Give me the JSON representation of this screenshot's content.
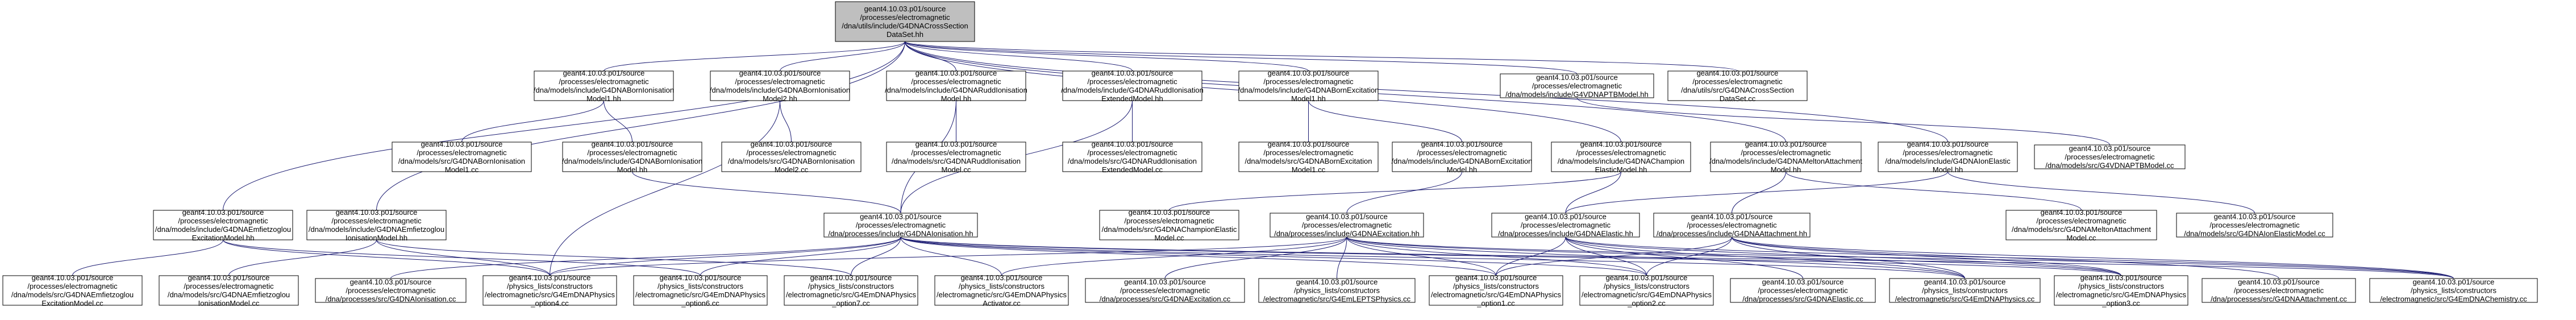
{
  "nodes": [
    {
      "id": "root",
      "root": true,
      "lines": [
        "geant4.10.03.p01/source",
        "/processes/electromagnetic",
        "/dna/utils/include/G4DNACrossSection",
        "DataSet.hh"
      ]
    },
    {
      "id": "m_ion_h",
      "lines": [
        "geant4.10.03.p01/source",
        "/processes/electromagnetic",
        "/dna/models/include/G4DNABornIonisation",
        "Model1.hh"
      ]
    },
    {
      "id": "m_ion2_h",
      "lines": [
        "geant4.10.03.p01/source",
        "/processes/electromagnetic",
        "/dna/models/include/G4DNABornIonisation",
        "Model2.hh"
      ]
    },
    {
      "id": "m_rudd_h",
      "lines": [
        "geant4.10.03.p01/source",
        "/processes/electromagnetic",
        "/dna/models/include/G4DNARuddIonisation",
        "Model.hh"
      ]
    },
    {
      "id": "m_ruddext_h",
      "lines": [
        "geant4.10.03.p01/source",
        "/processes/electromagnetic",
        "/dna/models/include/G4DNARuddIonisation",
        "ExtendedModel.hh"
      ]
    },
    {
      "id": "m_exc_h",
      "lines": [
        "geant4.10.03.p01/source",
        "/processes/electromagnetic",
        "/dna/models/include/G4DNABornExcitation",
        "Model1.hh"
      ]
    },
    {
      "id": "m_vdna_h",
      "lines": [
        "geant4.10.03.p01/source",
        "/processes/electromagnetic",
        "/dna/models/include/G4VDNAPTBModel.hh"
      ]
    },
    {
      "id": "u_cs_cc",
      "lines": [
        "geant4.10.03.p01/source",
        "/processes/electromagnetic",
        "/dna/utils/src/G4DNACrossSection",
        "DataSet.cc"
      ]
    },
    {
      "id": "s_ion1_cc",
      "lines": [
        "geant4.10.03.p01/source",
        "/processes/electromagnetic",
        "/dna/models/src/G4DNABornIonisation",
        "Model1.cc"
      ]
    },
    {
      "id": "m_ion_h2",
      "lines": [
        "geant4.10.03.p01/source",
        "/processes/electromagnetic",
        "/dna/models/include/G4DNABornIonisation",
        "Model.hh"
      ]
    },
    {
      "id": "s_ion2_cc",
      "lines": [
        "geant4.10.03.p01/source",
        "/processes/electromagnetic",
        "/dna/models/src/G4DNABornIonisation",
        "Model2.cc"
      ]
    },
    {
      "id": "s_rudd_cc",
      "lines": [
        "geant4.10.03.p01/source",
        "/processes/electromagnetic",
        "/dna/models/src/G4DNARuddIonisation",
        "Model.cc"
      ]
    },
    {
      "id": "s_ruddext_cc",
      "lines": [
        "geant4.10.03.p01/source",
        "/processes/electromagnetic",
        "/dna/models/src/G4DNARuddIonisation",
        "ExtendedModel.cc"
      ]
    },
    {
      "id": "s_exc_cc",
      "lines": [
        "geant4.10.03.p01/source",
        "/processes/electromagnetic",
        "/dna/models/src/G4DNABornExcitation",
        "Model1.cc"
      ]
    },
    {
      "id": "m_exc_h2",
      "lines": [
        "geant4.10.03.p01/source",
        "/processes/electromagnetic",
        "/dna/models/include/G4DNABornExcitation",
        "Model.hh"
      ]
    },
    {
      "id": "m_champ_h",
      "lines": [
        "geant4.10.03.p01/source",
        "/processes/electromagnetic",
        "/dna/models/include/G4DNAChampion",
        "ElasticModel.hh"
      ]
    },
    {
      "id": "m_melton_h",
      "lines": [
        "geant4.10.03.p01/source",
        "/processes/electromagnetic",
        "/dna/models/include/G4DNAMeltonAttachment",
        "Model.hh"
      ]
    },
    {
      "id": "m_ioel_h",
      "lines": [
        "geant4.10.03.p01/source",
        "/processes/electromagnetic",
        "/dna/models/include/G4DNAIonElastic",
        "Model.hh"
      ]
    },
    {
      "id": "s_vdna_cc",
      "lines": [
        "geant4.10.03.p01/source",
        "/processes/electromagnetic",
        "/dna/models/src/G4VDNAPTBModel.cc"
      ]
    },
    {
      "id": "m_emf_exc_h",
      "lines": [
        "geant4.10.03.p01/source",
        "/processes/electromagnetic",
        "/dna/models/include/G4DNAEmfietzoglou",
        "ExcitationModel.hh"
      ]
    },
    {
      "id": "m_emf_ion_h",
      "lines": [
        "geant4.10.03.p01/source",
        "/processes/electromagnetic",
        "/dna/models/include/G4DNAEmfietzoglou",
        "IonisationModel.hh"
      ]
    },
    {
      "id": "p_ion_h",
      "lines": [
        "geant4.10.03.p01/source",
        "/processes/electromagnetic",
        "/dna/processes/include/G4DNAIonisation.hh"
      ]
    },
    {
      "id": "s_champ_cc",
      "lines": [
        "geant4.10.03.p01/source",
        "/processes/electromagnetic",
        "/dna/models/src/G4DNAChampionElastic",
        "Model.cc"
      ]
    },
    {
      "id": "p_exc_h",
      "lines": [
        "geant4.10.03.p01/source",
        "/processes/electromagnetic",
        "/dna/processes/include/G4DNAExcitation.hh"
      ]
    },
    {
      "id": "p_el_h",
      "lines": [
        "geant4.10.03.p01/source",
        "/processes/electromagnetic",
        "/dna/processes/include/G4DNAElastic.hh"
      ]
    },
    {
      "id": "p_att_h",
      "lines": [
        "geant4.10.03.p01/source",
        "/processes/electromagnetic",
        "/dna/processes/include/G4DNAAttachment.hh"
      ]
    },
    {
      "id": "s_melton_cc",
      "lines": [
        "geant4.10.03.p01/source",
        "/processes/electromagnetic",
        "/dna/models/src/G4DNAMeltonAttachment",
        "Model.cc"
      ]
    },
    {
      "id": "s_ioel_cc",
      "lines": [
        "geant4.10.03.p01/source",
        "/processes/electromagnetic",
        "/dna/models/src/G4DNAIonElasticModel.cc"
      ]
    },
    {
      "id": "s_emf_exc_cc",
      "lines": [
        "geant4.10.03.p01/source",
        "/processes/electromagnetic",
        "/dna/models/src/G4DNAEmfietzoglou",
        "ExcitationModel.cc"
      ]
    },
    {
      "id": "s_emf_ion_cc",
      "lines": [
        "geant4.10.03.p01/source",
        "/processes/electromagnetic",
        "/dna/models/src/G4DNAEmfietzoglou",
        "IonisationModel.cc"
      ]
    },
    {
      "id": "ps_ion_cc",
      "lines": [
        "geant4.10.03.p01/source",
        "/processes/electromagnetic",
        "/dna/processes/src/G4DNAIonisation.cc"
      ]
    },
    {
      "id": "pl_opt4",
      "lines": [
        "geant4.10.03.p01/source",
        "/physics_lists/constructors",
        "/electromagnetic/src/G4EmDNAPhysics",
        "_option4.cc"
      ]
    },
    {
      "id": "pl_opt6",
      "lines": [
        "geant4.10.03.p01/source",
        "/physics_lists/constructors",
        "/electromagnetic/src/G4EmDNAPhysics",
        "_option6.cc"
      ]
    },
    {
      "id": "pl_opt7",
      "lines": [
        "geant4.10.03.p01/source",
        "/physics_lists/constructors",
        "/electromagnetic/src/G4EmDNAPhysics",
        "_option7.cc"
      ]
    },
    {
      "id": "pl_act",
      "lines": [
        "geant4.10.03.p01/source",
        "/physics_lists/constructors",
        "/electromagnetic/src/G4EmDNAPhysics",
        "Activator.cc"
      ]
    },
    {
      "id": "ps_exc_cc",
      "lines": [
        "geant4.10.03.p01/source",
        "/processes/electromagnetic",
        "/dna/processes/src/G4DNAExcitation.cc"
      ]
    },
    {
      "id": "pl_lep",
      "lines": [
        "geant4.10.03.p01/source",
        "/physics_lists/constructors",
        "/electromagnetic/src/G4EmLEPTSPhysics.cc"
      ]
    },
    {
      "id": "pl_opt1",
      "lines": [
        "geant4.10.03.p01/source",
        "/physics_lists/constructors",
        "/electromagnetic/src/G4EmDNAPhysics",
        "_option1.cc"
      ]
    },
    {
      "id": "pl_opt2",
      "lines": [
        "geant4.10.03.p01/source",
        "/physics_lists/constructors",
        "/electromagnetic/src/G4EmDNAPhysics",
        "_option2.cc"
      ]
    },
    {
      "id": "ps_el_cc",
      "lines": [
        "geant4.10.03.p01/source",
        "/processes/electromagnetic",
        "/dna/processes/src/G4DNAElastic.cc"
      ]
    },
    {
      "id": "pl_phys",
      "lines": [
        "geant4.10.03.p01/source",
        "/physics_lists/constructors",
        "/electromagnetic/src/G4EmDNAPhysics.cc"
      ]
    },
    {
      "id": "pl_opt3",
      "lines": [
        "geant4.10.03.p01/source",
        "/physics_lists/constructors",
        "/electromagnetic/src/G4EmDNAPhysics",
        "_option3.cc"
      ]
    },
    {
      "id": "ps_att_cc",
      "lines": [
        "geant4.10.03.p01/source",
        "/processes/electromagnetic",
        "/dna/processes/src/G4DNAAttachment.cc"
      ]
    },
    {
      "id": "pl_chem",
      "lines": [
        "geant4.10.03.p01/source",
        "/physics_lists/constructors",
        "/electromagnetic/src/G4EmDNAChemistry.cc"
      ]
    }
  ],
  "edges": [
    [
      "root",
      "m_ion_h"
    ],
    [
      "root",
      "m_ion2_h"
    ],
    [
      "root",
      "m_rudd_h"
    ],
    [
      "root",
      "m_ruddext_h"
    ],
    [
      "root",
      "m_exc_h"
    ],
    [
      "root",
      "m_vdna_h"
    ],
    [
      "root",
      "u_cs_cc"
    ],
    [
      "root",
      "m_champ_h"
    ],
    [
      "root",
      "m_melton_h"
    ],
    [
      "root",
      "m_ioel_h"
    ],
    [
      "root",
      "m_emf_exc_h"
    ],
    [
      "root",
      "m_emf_ion_h"
    ],
    [
      "m_ion_h",
      "s_ion1_cc"
    ],
    [
      "m_ion_h",
      "m_ion_h2"
    ],
    [
      "m_ion2_h",
      "s_ion2_cc"
    ],
    [
      "m_ion2_h",
      "pl_opt4"
    ],
    [
      "m_rudd_h",
      "s_rudd_cc"
    ],
    [
      "m_rudd_h",
      "p_ion_h"
    ],
    [
      "m_ruddext_h",
      "s_ruddext_cc"
    ],
    [
      "m_ruddext_h",
      "p_ion_h"
    ],
    [
      "m_exc_h",
      "s_exc_cc"
    ],
    [
      "m_exc_h",
      "m_exc_h2"
    ],
    [
      "m_vdna_h",
      "s_vdna_cc"
    ],
    [
      "m_ion_h2",
      "p_ion_h"
    ],
    [
      "m_exc_h2",
      "p_exc_h"
    ],
    [
      "m_champ_h",
      "s_champ_cc"
    ],
    [
      "m_champ_h",
      "p_el_h"
    ],
    [
      "m_melton_h",
      "s_melton_cc"
    ],
    [
      "m_melton_h",
      "p_att_h"
    ],
    [
      "m_ioel_h",
      "s_ioel_cc"
    ],
    [
      "m_ioel_h",
      "p_el_h"
    ],
    [
      "m_emf_exc_h",
      "s_emf_exc_cc"
    ],
    [
      "m_emf_exc_h",
      "pl_opt4"
    ],
    [
      "m_emf_exc_h",
      "pl_opt6"
    ],
    [
      "m_emf_ion_h",
      "s_emf_ion_cc"
    ],
    [
      "m_emf_ion_h",
      "pl_opt4"
    ],
    [
      "m_emf_ion_h",
      "pl_opt7"
    ],
    [
      "p_ion_h",
      "ps_ion_cc"
    ],
    [
      "p_ion_h",
      "pl_opt4"
    ],
    [
      "p_ion_h",
      "pl_opt6"
    ],
    [
      "p_ion_h",
      "pl_opt7"
    ],
    [
      "p_ion_h",
      "pl_act"
    ],
    [
      "p_ion_h",
      "pl_opt1"
    ],
    [
      "p_ion_h",
      "pl_opt2"
    ],
    [
      "p_ion_h",
      "pl_phys"
    ],
    [
      "p_ion_h",
      "pl_opt3"
    ],
    [
      "p_ion_h",
      "pl_chem"
    ],
    [
      "p_exc_h",
      "ps_exc_cc"
    ],
    [
      "p_exc_h",
      "pl_lep"
    ],
    [
      "p_exc_h",
      "pl_opt1"
    ],
    [
      "p_exc_h",
      "pl_opt2"
    ],
    [
      "p_exc_h",
      "pl_phys"
    ],
    [
      "p_exc_h",
      "pl_opt3"
    ],
    [
      "p_exc_h",
      "pl_act"
    ],
    [
      "p_exc_h",
      "pl_opt4"
    ],
    [
      "p_exc_h",
      "pl_chem"
    ],
    [
      "p_el_h",
      "ps_el_cc"
    ],
    [
      "p_el_h",
      "pl_opt1"
    ],
    [
      "p_el_h",
      "pl_opt2"
    ],
    [
      "p_el_h",
      "pl_phys"
    ],
    [
      "p_el_h",
      "pl_opt3"
    ],
    [
      "p_el_h",
      "pl_chem"
    ],
    [
      "p_att_h",
      "ps_att_cc"
    ],
    [
      "p_att_h",
      "pl_opt1"
    ],
    [
      "p_att_h",
      "pl_opt2"
    ],
    [
      "p_att_h",
      "pl_phys"
    ],
    [
      "p_att_h",
      "pl_opt3"
    ],
    [
      "p_att_h",
      "pl_chem"
    ]
  ]
}
